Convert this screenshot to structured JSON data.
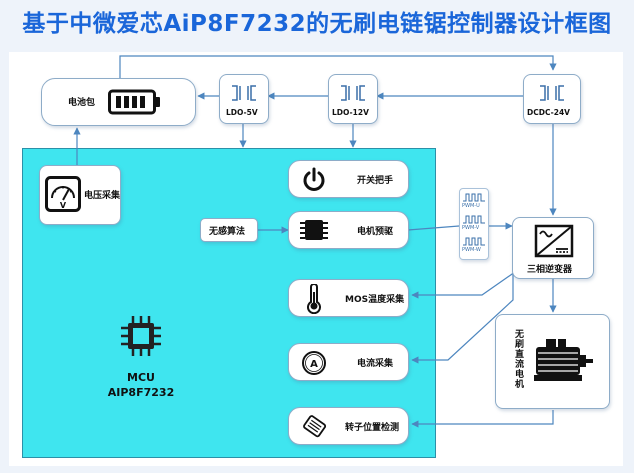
{
  "title": "基于中微爱芯AiP8F7232的无刷电链锯控制器设计框图",
  "blocks": {
    "battery": "电池包",
    "ldo5": "LDO-5V",
    "ldo12": "LDO-12V",
    "dcdc": "DCDC-24V",
    "voltage": "电压采集",
    "switch": "开关把手",
    "sensorless": "无感算法",
    "driver": "电机预驱",
    "mos_temp": "MOS温度采集",
    "current": "电流采集",
    "rotor": "转子位置检测",
    "inverter": "三相逆变器",
    "motor": "无刷直流电机",
    "mcu_line1": "MCU",
    "mcu_line2": "AIP8F7232"
  },
  "pwm_labels": [
    "PWM-U",
    "PWM-V",
    "PWM-W"
  ],
  "colors": {
    "title": "#1a66d9",
    "mcu_fill": "#3fe5ef",
    "wire": "#4d86bf",
    "box_border": "#8eacc8"
  },
  "icons": [
    "battery-icon",
    "regulator-icon",
    "gauge-icon",
    "power-icon",
    "chip-icon",
    "thermometer-icon",
    "ammeter-icon",
    "position-sensor-icon",
    "inverter-icon",
    "motor-icon",
    "mcu-chip-icon"
  ]
}
